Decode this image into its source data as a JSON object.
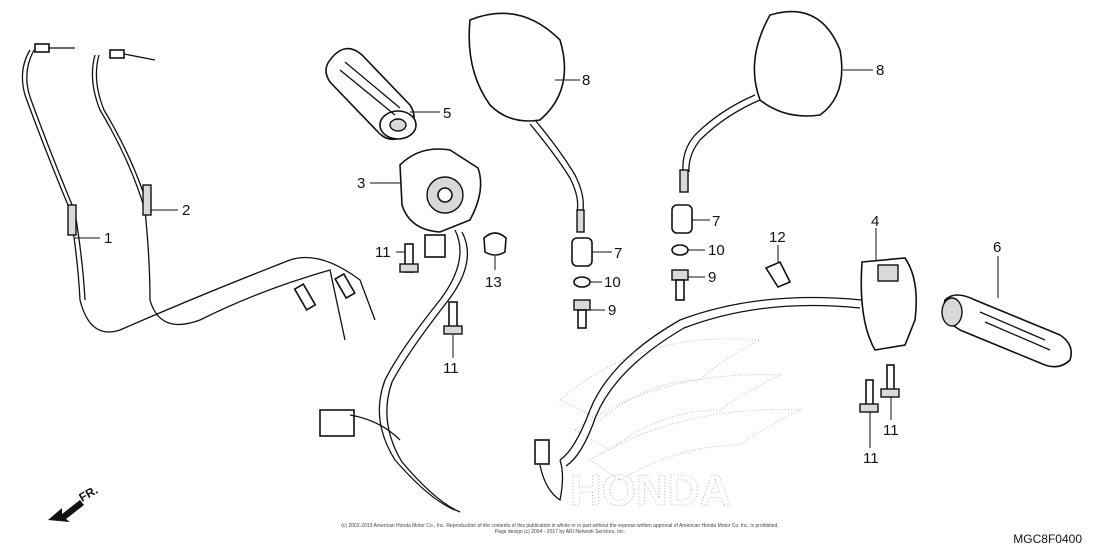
{
  "diagram": {
    "code": "MGC8F0400",
    "direction_label": "FR.",
    "watermark": "HONDA",
    "copyright_line1": "(c) 2002-2013 American Honda Motor Co., Inc. Reproduction of the contents of this publication in whole or in part without the express written approval of American Honda Motor Co. Inc. is prohibited.",
    "copyright_line2": "Page design (c) 2004 - 2017 by ARI Network Services, Inc.",
    "callouts": {
      "c1": "1",
      "c2": "2",
      "c3": "3",
      "c4": "4",
      "c5": "5",
      "c6": "6",
      "c7a": "7",
      "c7b": "7",
      "c8a": "8",
      "c8b": "8",
      "c9a": "9",
      "c9b": "9",
      "c10a": "10",
      "c10b": "10",
      "c11a": "11",
      "c11b": "11",
      "c11c": "11",
      "c11d": "11",
      "c12": "12",
      "c13": "13"
    }
  }
}
